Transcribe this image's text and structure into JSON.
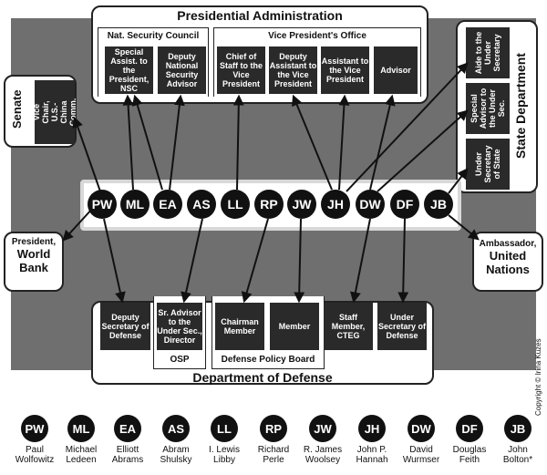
{
  "title": "Presidential Administration",
  "nsc_label": "Nat. Security Council",
  "vp_label": "Vice President's Office",
  "state_title": "State Department",
  "senate_title": "Senate",
  "dod_title": "Department of Defense",
  "osp_label": "OSP",
  "dpb_label": "Defense Policy Board",
  "worldbank": "President, World Bank",
  "worldbank_l1": "President,",
  "worldbank_l2": "World",
  "worldbank_l3": "Bank",
  "un_l1": "Ambassador,",
  "un_l2": "United",
  "un_l3": "Nations",
  "copyright": "Copyright © Irina Kuzes",
  "boxes": {
    "nsc_special": "Special Assist. to the President, NSC",
    "nsc_deputy": "Deputy National Security Advisor",
    "vp_chief": "Chief of Staff to the Vice President",
    "vp_deputy_asst": "Deputy Assistant to the Vice President",
    "vp_asst": "Assistant to the Vice President",
    "vp_advisor": "Advisor",
    "state_aide": "Aide to the Under Secretary",
    "state_special": "Special Advisor to the Under Sec.",
    "state_under": "Under Secretary of State",
    "senate_vice": "Vice Chair, U.S.-China Comm.",
    "dod_deputy": "Deputy Secretary of Defense",
    "dod_sr": "Sr. Advisor to the Under Sec., Director",
    "dod_chairman": "Chairman Member",
    "dod_member": "Member",
    "dod_staff": "Staff Member, CTEG",
    "dod_under": "Under Secretary of Defense"
  },
  "people": [
    {
      "initials": "PW",
      "name": "Paul Wolfowitz"
    },
    {
      "initials": "ML",
      "name": "Michael Ledeen"
    },
    {
      "initials": "EA",
      "name": "Elliott Abrams"
    },
    {
      "initials": "AS",
      "name": "Abram Shulsky"
    },
    {
      "initials": "LL",
      "name": "I. Lewis Libby"
    },
    {
      "initials": "RP",
      "name": "Richard Perle"
    },
    {
      "initials": "JW",
      "name": "R. James Woolsey"
    },
    {
      "initials": "JH",
      "name": "John P. Hannah"
    },
    {
      "initials": "DW",
      "name": "David Wurmser"
    },
    {
      "initials": "DF",
      "name": "Douglas Feith"
    },
    {
      "initials": "JB",
      "name": "John Bolton*"
    }
  ]
}
